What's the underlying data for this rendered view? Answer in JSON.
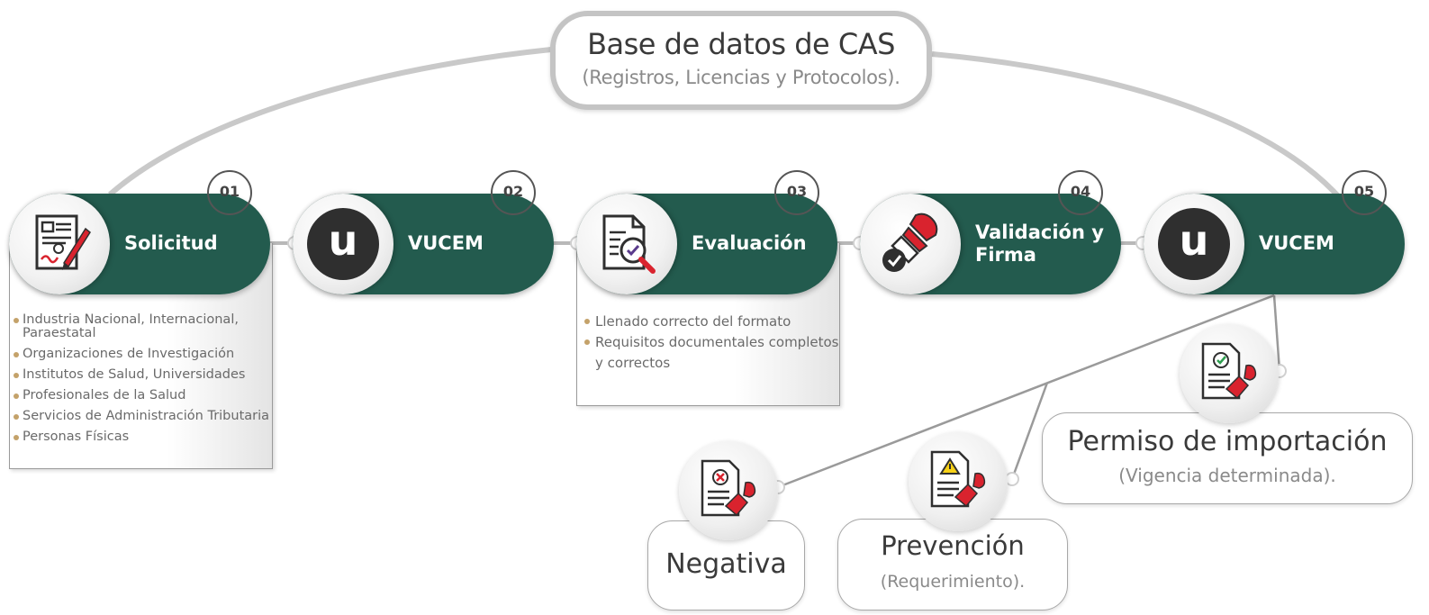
{
  "database": {
    "title": "Base de datos de CAS",
    "subtitle": "(Registros, Licencias y Protocolos)."
  },
  "steps": [
    {
      "number": "01",
      "label": "Solicitud",
      "icon": "signed-document-icon"
    },
    {
      "number": "02",
      "label": "VUCEM",
      "icon": "vucem-logo-icon",
      "icon_letter": "u"
    },
    {
      "number": "03",
      "label": "Evaluación",
      "icon": "document-magnifier-icon"
    },
    {
      "number": "04",
      "label": "Validación y Firma",
      "icon": "stamp-approval-icon"
    },
    {
      "number": "05",
      "label": "VUCEM",
      "icon": "vucem-logo-icon",
      "icon_letter": "u"
    }
  ],
  "solicitud_list": [
    "Industria Nacional, Internacional, Paraestatal",
    "Organizaciones de Investigación",
    "Institutos de Salud, Universidades",
    "Profesionales de la Salud",
    "Servicios de Administración Tributaria",
    "Personas Físicas"
  ],
  "evaluacion_list": [
    "Llenado correcto del formato",
    "Requisitos documentales completos y correctos"
  ],
  "outcomes": {
    "negativa": {
      "title": "Negativa",
      "icon": "rejected-document-stamp-icon"
    },
    "prevencion": {
      "title": "Prevención",
      "subtitle": "(Requerimiento).",
      "icon": "warning-document-stamp-icon"
    },
    "permiso": {
      "title": "Permiso de importación",
      "subtitle": "(Vigencia determinada).",
      "icon": "approved-document-stamp-icon"
    }
  },
  "colors": {
    "pill_green": "#235b4e",
    "bullet_gold": "#c4a26a",
    "connector_gray": "#c4c4c4",
    "stamp_red": "#d9232e"
  }
}
